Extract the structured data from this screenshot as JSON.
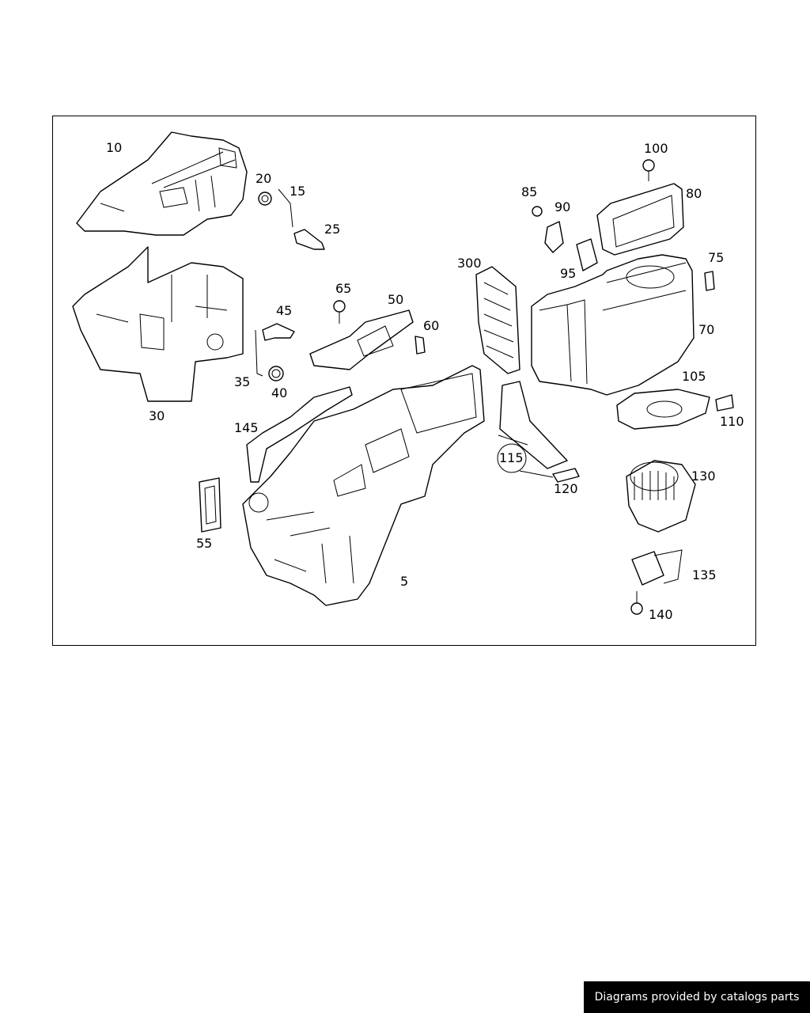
{
  "diagram": {
    "callouts": [
      {
        "id": "10",
        "label": "10"
      },
      {
        "id": "20",
        "label": "20"
      },
      {
        "id": "15",
        "label": "15"
      },
      {
        "id": "25",
        "label": "25"
      },
      {
        "id": "100",
        "label": "100"
      },
      {
        "id": "85",
        "label": "85"
      },
      {
        "id": "90",
        "label": "90"
      },
      {
        "id": "80",
        "label": "80"
      },
      {
        "id": "300",
        "label": "300"
      },
      {
        "id": "95",
        "label": "95"
      },
      {
        "id": "75",
        "label": "75"
      },
      {
        "id": "65",
        "label": "65"
      },
      {
        "id": "50",
        "label": "50"
      },
      {
        "id": "45",
        "label": "45"
      },
      {
        "id": "60",
        "label": "60"
      },
      {
        "id": "70",
        "label": "70"
      },
      {
        "id": "35",
        "label": "35"
      },
      {
        "id": "40",
        "label": "40"
      },
      {
        "id": "105",
        "label": "105"
      },
      {
        "id": "30",
        "label": "30"
      },
      {
        "id": "110",
        "label": "110"
      },
      {
        "id": "145",
        "label": "145"
      },
      {
        "id": "115",
        "label": "115"
      },
      {
        "id": "130",
        "label": "130"
      },
      {
        "id": "120",
        "label": "120"
      },
      {
        "id": "55",
        "label": "55"
      },
      {
        "id": "5",
        "label": "5"
      },
      {
        "id": "135",
        "label": "135"
      },
      {
        "id": "140",
        "label": "140"
      }
    ]
  },
  "footer": {
    "text": "Diagrams provided by catalogs parts"
  }
}
